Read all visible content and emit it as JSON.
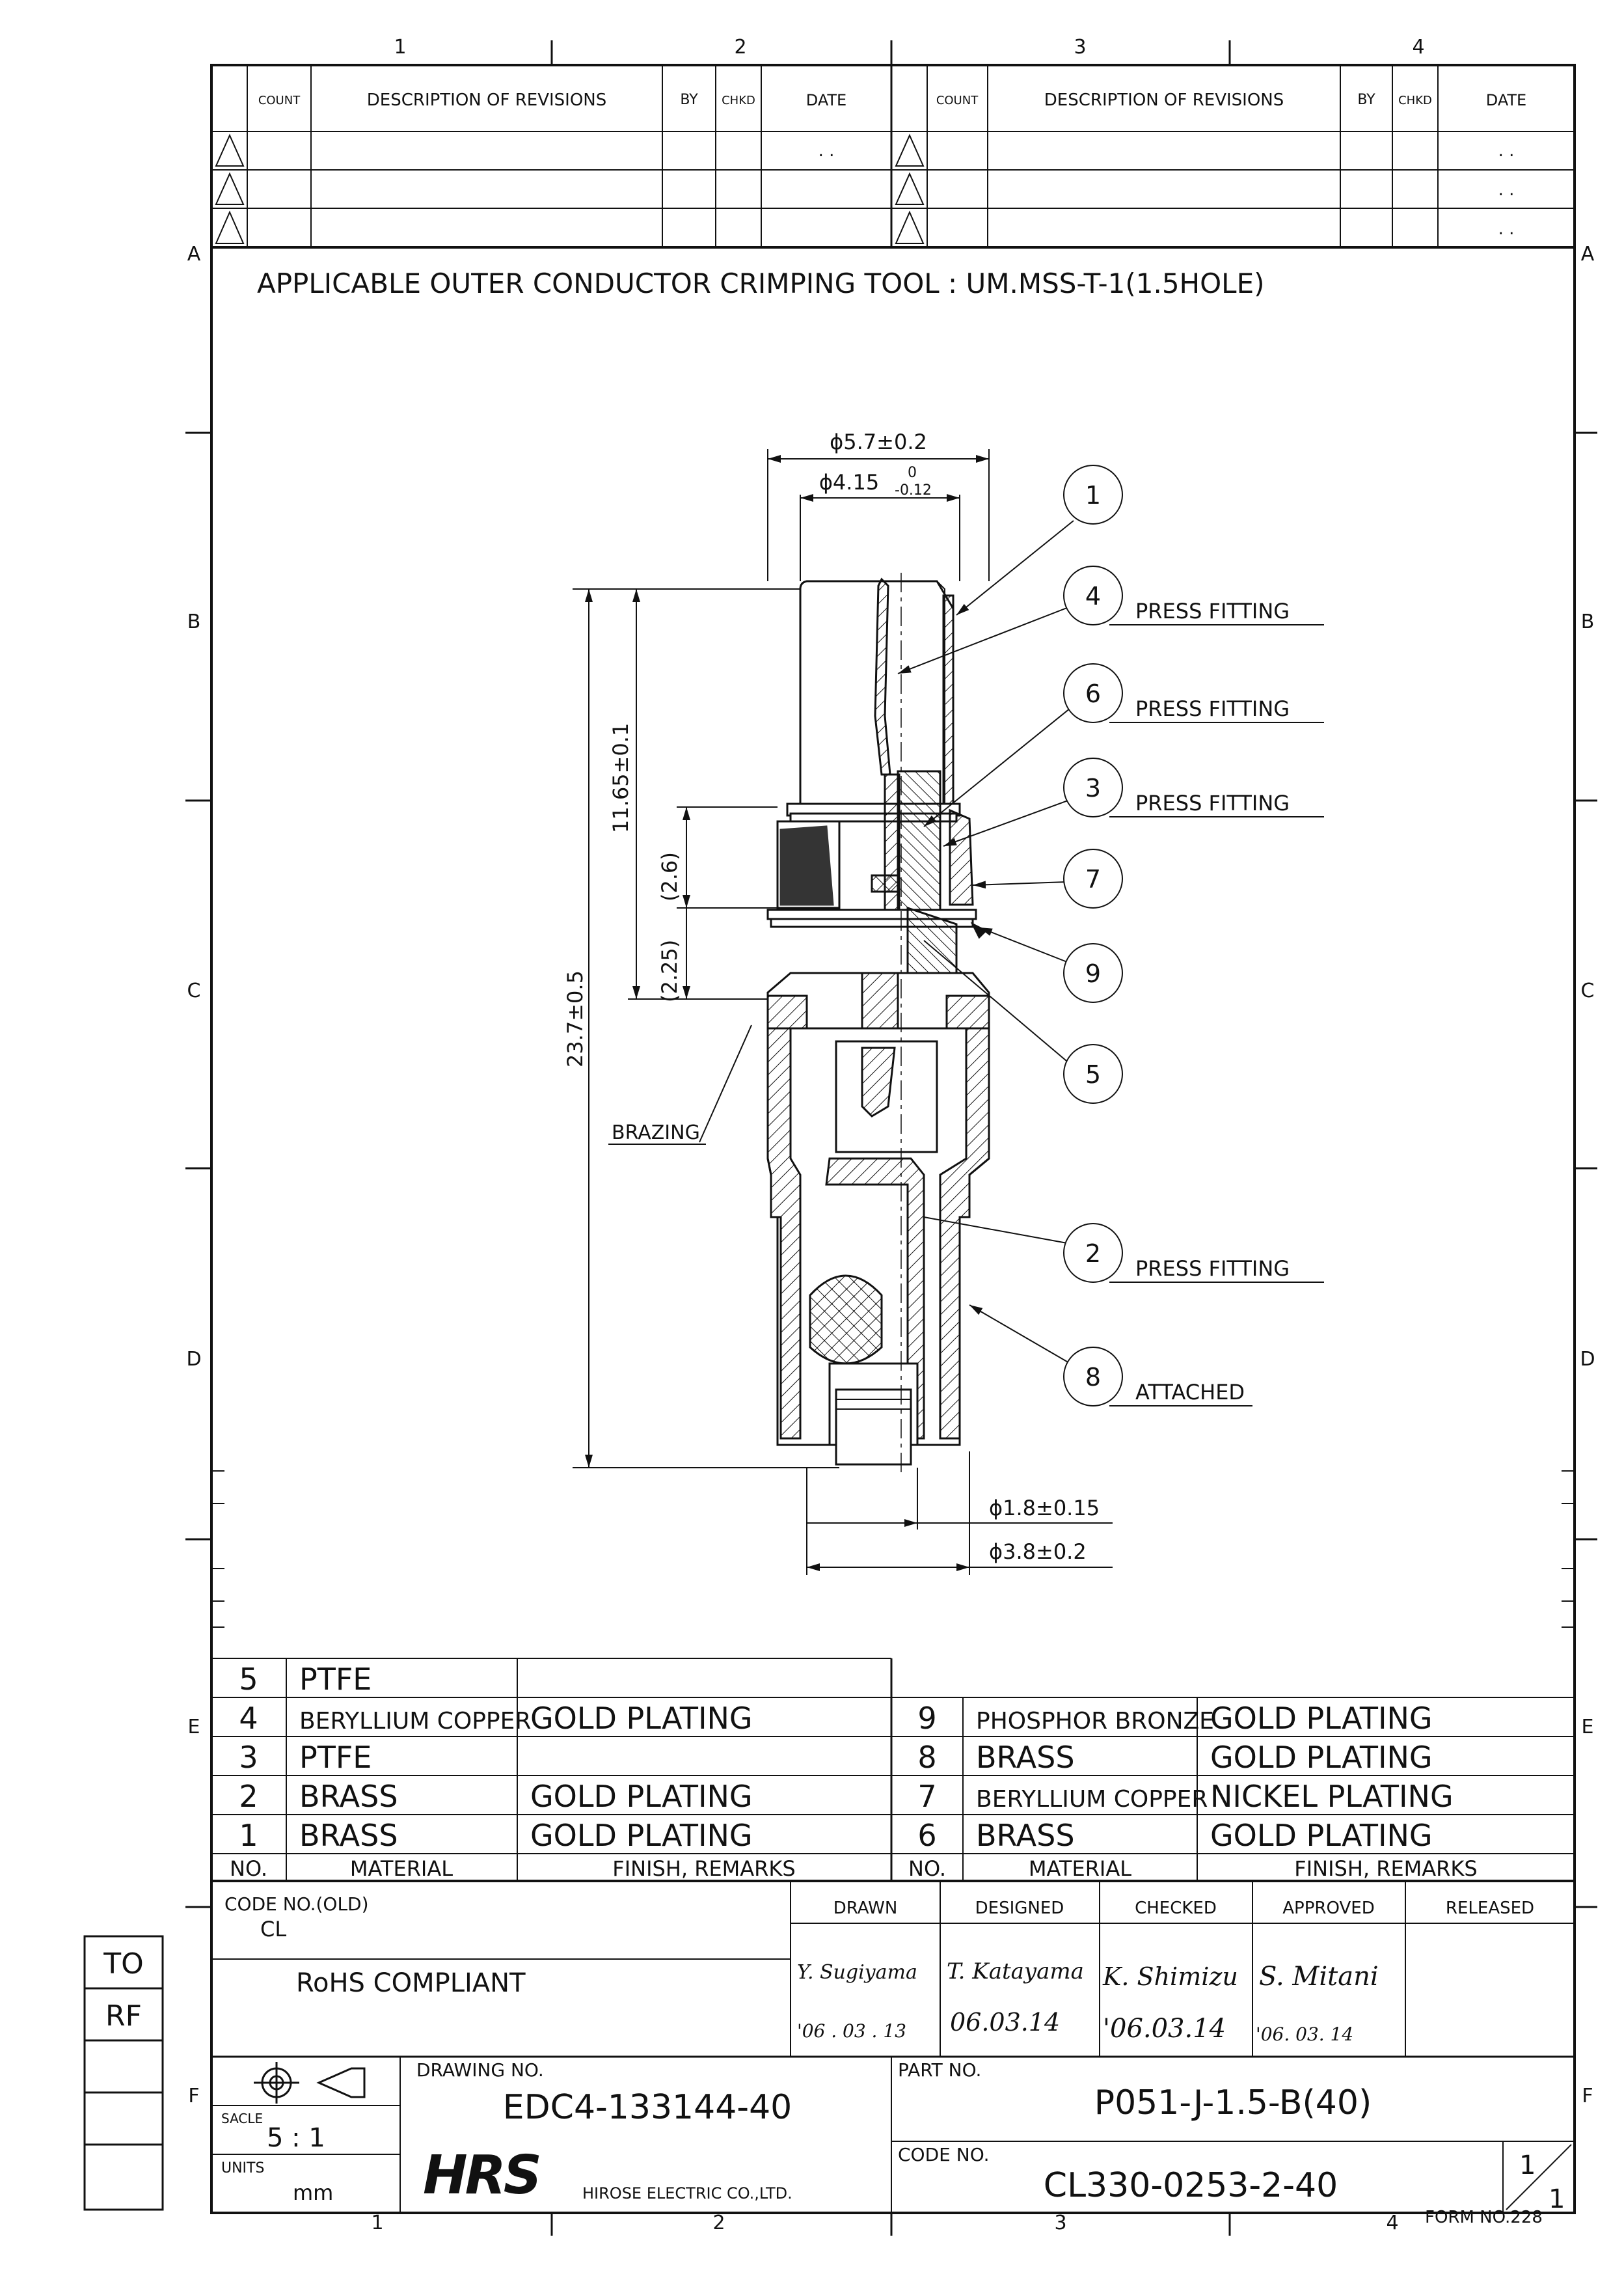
{
  "zone_columns": [
    "1",
    "2",
    "3",
    "4"
  ],
  "zone_rows": [
    "A",
    "B",
    "C",
    "D",
    "E",
    "F"
  ],
  "revision_table": {
    "headers": [
      "COUNT",
      "DESCRIPTION OF REVISIONS",
      "BY",
      "CHKD",
      "DATE"
    ],
    "date_placeholder": ". ."
  },
  "tool_note": "APPLICABLE OUTER CONDUCTOR CRIMPING TOOL : UM.MSS-T-1(1.5HOLE)",
  "dimensions": {
    "d_outer": "ϕ5.7±0.2",
    "d_inner": "ϕ4.15",
    "d_inner_tol_upper": "0",
    "d_inner_tol_lower": "-0.12",
    "len_11_65": "11.65±0.1",
    "len_2_6": "(2.6)",
    "len_2_25": "(2.25)",
    "len_23_7": "23.7±0.5",
    "d_pin": "ϕ1.8±0.15",
    "d_tail": "ϕ3.8±0.2"
  },
  "callouts": [
    {
      "num": "1",
      "note": ""
    },
    {
      "num": "4",
      "note": "PRESS FITTING"
    },
    {
      "num": "6",
      "note": "PRESS FITTING"
    },
    {
      "num": "3",
      "note": "PRESS FITTING"
    },
    {
      "num": "7",
      "note": ""
    },
    {
      "num": "9",
      "note": ""
    },
    {
      "num": "5",
      "note": ""
    },
    {
      "num": "2",
      "note": "PRESS FITTING"
    },
    {
      "num": "8",
      "note": "ATTACHED"
    }
  ],
  "brazing_label": "BRAZING",
  "parts_left": [
    {
      "no": "5",
      "material": "PTFE",
      "finish": ""
    },
    {
      "no": "4",
      "material": "BERYLLIUM COPPER",
      "finish": "GOLD PLATING"
    },
    {
      "no": "3",
      "material": "PTFE",
      "finish": ""
    },
    {
      "no": "2",
      "material": "BRASS",
      "finish": "GOLD PLATING"
    },
    {
      "no": "1",
      "material": "BRASS",
      "finish": "GOLD PLATING"
    }
  ],
  "parts_right": [
    {
      "no": "9",
      "material": "PHOSPHOR BRONZE",
      "finish": "GOLD PLATING"
    },
    {
      "no": "8",
      "material": "BRASS",
      "finish": "GOLD PLATING"
    },
    {
      "no": "7",
      "material": "BERYLLIUM COPPER",
      "finish": "NICKEL PLATING"
    },
    {
      "no": "6",
      "material": "BRASS",
      "finish": "GOLD PLATING"
    }
  ],
  "parts_headers": {
    "no": "NO.",
    "material": "MATERIAL",
    "finish": "FINISH, REMARKS"
  },
  "title_block": {
    "code_no_old_label": "CODE NO.(OLD)",
    "code_no_old_value": "CL",
    "rohs": "RoHS COMPLIANT",
    "sign_headers": [
      "DRAWN",
      "DESIGNED",
      "CHECKED",
      "APPROVED",
      "RELEASED"
    ],
    "signatures": [
      "Y. Sugiyama",
      "T. Katayama",
      "K. Shimizu",
      "S. Mitani",
      ""
    ],
    "sign_dates": [
      "'06 . 03 . 13",
      "06.03.14",
      "'06.03.14",
      "'06. 03. 14",
      ""
    ],
    "drawing_no_label": "DRAWING NO.",
    "drawing_no": "EDC4-133144-40",
    "part_no_label": "PART NO.",
    "part_no": "P051-J-1.5-B(40)",
    "code_no_label": "CODE NO.",
    "code_no": "CL330-0253-2-40",
    "scale_label": "SACLE",
    "scale": "5 : 1",
    "units_label": "UNITS",
    "units": "mm",
    "company_logo": "HRS",
    "company": "HIROSE ELECTRIC CO.,LTD.",
    "sheet_top": "1",
    "sheet_bottom": "1",
    "form_no": "FORM NO.228"
  },
  "side_box": [
    "TO",
    "RF"
  ]
}
